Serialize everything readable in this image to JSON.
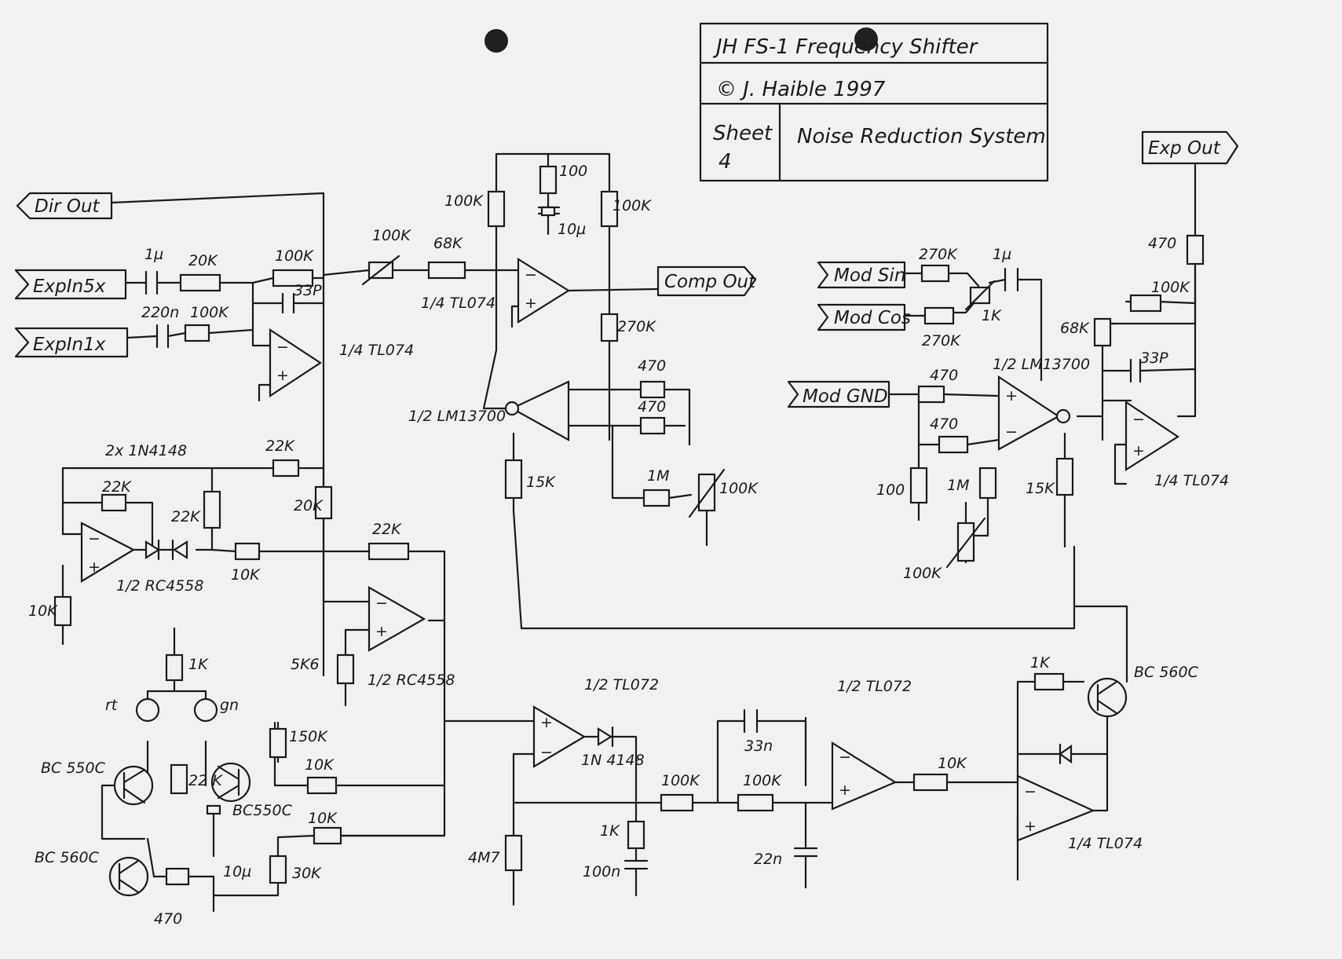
{
  "title_block": {
    "title": "JH FS-1   Frequency Shifter",
    "copyright": "© J. Haible  1997",
    "sheet_label": "Sheet",
    "sheet_number": "4",
    "sheet_title": "Noise Reduction System"
  },
  "ports": {
    "dir_out": "Dir Out",
    "exp_in_5x": "ExpIn5x",
    "exp_in_1x": "ExpIn1x",
    "comp_out": "Comp Out",
    "exp_out": "Exp Out",
    "mod_sin": "Mod Sin",
    "mod_cos": "Mod Cos",
    "mod_gnd": "Mod GND"
  },
  "components": {
    "c_1u_a": "1µ",
    "r_20k_a": "20K",
    "r_100k_a": "100K",
    "c_33p_a": "33P",
    "c_220n": "220n",
    "r_100k_b": "100K",
    "op1": "1/4 TL074",
    "pot_100k_a": "100K",
    "r_68k_a": "68K",
    "op2": "1/4 TL074",
    "r_100k_c": "100K",
    "r_100_a": "100",
    "c_10u_a": "10µ",
    "r_100k_d": "100K",
    "r_270k_a": "270K",
    "ota1": "1/2 LM13700",
    "r_470_a": "470",
    "r_470_b": "470",
    "r_15k_a": "15K",
    "r_1m_a": "1M",
    "pot_100k_b": "100K",
    "diodes": "2x 1N4148",
    "r_22k_a": "22K",
    "r_22k_b": "22K",
    "r_22k_c": "22K",
    "op3": "1/2 RC4558",
    "r_10k_a": "10K",
    "r_10k_b": "10K",
    "r_20k_b": "20K",
    "r_22k_d": "22K",
    "op4": "1/2 RC4558",
    "r_5k6": "5K6",
    "r_1k_a": "1K",
    "led_rd": "rt",
    "led_gn": "gn",
    "r_150k": "150K",
    "q1": "BC 550C",
    "r_22k_e": "22 K",
    "q2": "BC550C",
    "r_10k_c": "10K",
    "r_10k_d": "10K",
    "q3": "BC 560C",
    "c_10u_b": "10µ",
    "r_30k": "30K",
    "r_470_c": "470",
    "op5": "1/2 TL072",
    "d_1n4148": "1N 4148",
    "r_4m7": "4M7",
    "r_1k_b": "1K",
    "c_100n": "100n",
    "r_100k_e": "100K",
    "c_33n": "33n",
    "r_100k_f": "100K",
    "c_22n": "22n",
    "op6": "1/2 TL072",
    "r_10k_e": "10K",
    "r_1k_c": "1K",
    "q4": "BC 560C",
    "op7": "1/4 TL074",
    "r_270k_b": "270K",
    "c_1u_b": "1µ",
    "pot_1k": "1K",
    "r_270k_c": "270K",
    "r_470_d": "470",
    "ota2": "1/2 LM13700",
    "r_470_e": "470",
    "r_100_b": "100",
    "r_1m_b": "1M",
    "pot_100k_c": "100K",
    "r_15k_b": "15K",
    "r_470_f": "470",
    "pot_100k_d": "100K",
    "r_68k_b": "68K",
    "c_33p_b": "33P",
    "op8": "1/4 TL074"
  }
}
